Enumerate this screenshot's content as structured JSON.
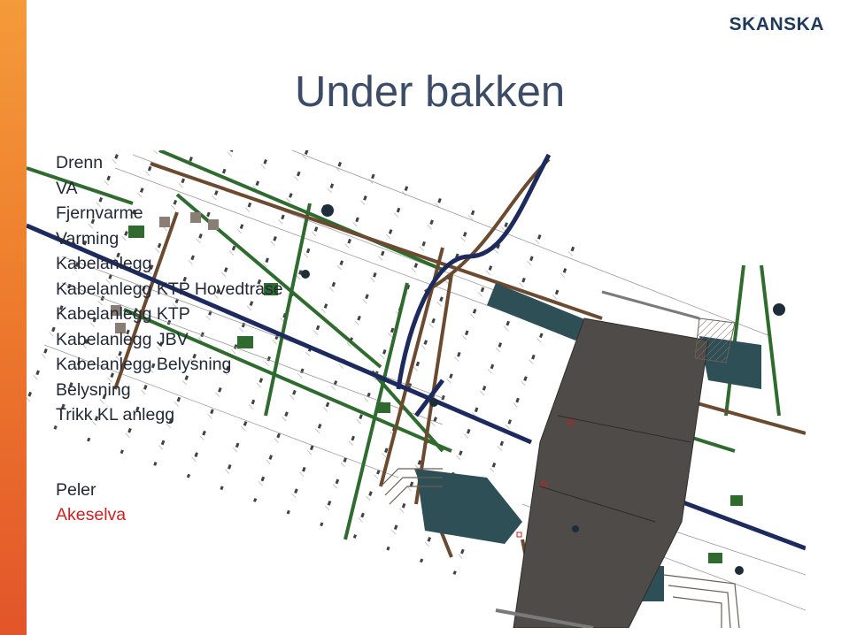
{
  "header": {
    "logo_text": "SKANSKA",
    "title": "Under bakken"
  },
  "legend": {
    "items": [
      "Drenn",
      "VA",
      "Fjernvarme",
      "Varming",
      "Kabelanlegg",
      "Kabelanlegg KTP Hovedtrase",
      "Kabelanlegg KTP",
      "Kabelanlegg JBV",
      "Kabelanlegg Belysning",
      "Belysning",
      "Trikk KL anlegg"
    ],
    "extra_items": [
      "Peler",
      "Akeselva"
    ]
  },
  "colors": {
    "accent_bar": "#ee7d2d",
    "title": "#3c4b66",
    "logo": "#1f3a5c",
    "highlight_item": "#d02020",
    "pipe_green": "#2f6b2f",
    "pipe_navy": "#1c2a5e",
    "pipe_brown": "#6b4a2f",
    "building": "#4e4b48",
    "water_teal": "#2f4f56"
  }
}
